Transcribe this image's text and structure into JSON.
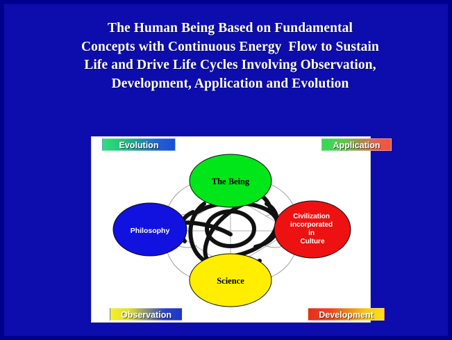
{
  "slide": {
    "background_color": "#0d0dad",
    "border_color": "#00008f",
    "title_color": "#ffffff",
    "title_lines": [
      "The Human Being Based on Fundamental",
      "Concepts with Continuous Energy  Flow to Sustain",
      "Life and Drive Life Cycles Involving Observation,",
      "Development, Application and Evolution"
    ],
    "title_text": "The Human Being Based on Fundamental Concepts with Continuous Energy  Flow to Sustain Life and Drive Life Cycles Involving Observation, Development, Application and Evolution"
  },
  "diagram": {
    "panel_background": "#ffffff",
    "center_graphic": "atom-orbit-scribble",
    "nodes": [
      {
        "id": "the-being",
        "label": "The Being",
        "lines": [
          "The Being"
        ],
        "fill": "#00e618",
        "text_color": "#000000",
        "position": "top"
      },
      {
        "id": "civilization",
        "label": "Civilization incorporated in Culture",
        "lines": [
          "Civilization",
          "incorporated",
          "in",
          "Culture"
        ],
        "fill": "#ee1111",
        "text_color": "#ffffff",
        "position": "right"
      },
      {
        "id": "science",
        "label": "Science",
        "lines": [
          "Science"
        ],
        "fill": "#ffee00",
        "text_color": "#000000",
        "position": "bottom"
      },
      {
        "id": "philosophy",
        "label": "Philosophy",
        "lines": [
          "Philosophy"
        ],
        "fill": "#1111e0",
        "text_color": "#ffffff",
        "position": "left"
      }
    ],
    "banners": [
      {
        "id": "evolution",
        "label": "Evolution",
        "corner": "top-left",
        "gradient_from": "#2fe07a",
        "gradient_to": "#1b4fd6"
      },
      {
        "id": "application",
        "label": "Application",
        "corner": "top-right",
        "gradient_from": "#2fdc55",
        "gradient_to": "#f2533f"
      },
      {
        "id": "observation",
        "label": "Observation",
        "corner": "bottom-left",
        "gradient_from": "#f3f12a",
        "gradient_to": "#1f35c6"
      },
      {
        "id": "development",
        "label": "Development",
        "corner": "bottom-right",
        "gradient_from": "#e52d22",
        "gradient_to": "#fbe215"
      }
    ]
  }
}
